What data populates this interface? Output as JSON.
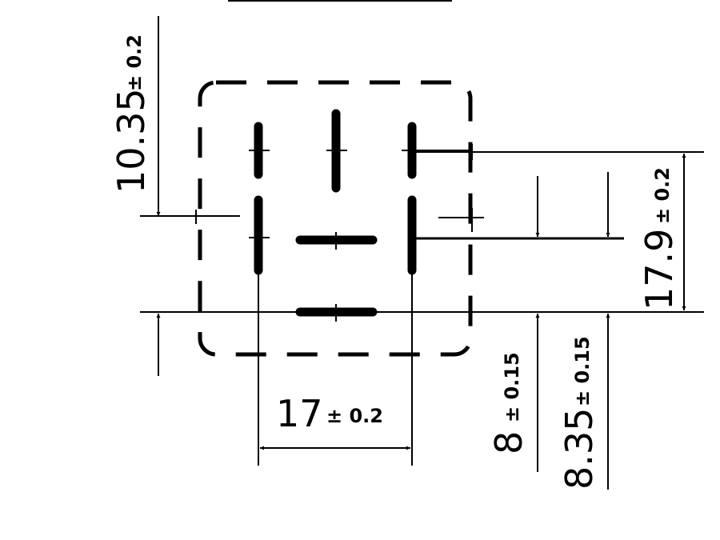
{
  "dimensions": {
    "pin_offset_vertical": {
      "value": "10.35",
      "tolerance": "± 0.2"
    },
    "height": {
      "value": "17.9",
      "tolerance": "± 0.2"
    },
    "width": {
      "value": "17",
      "tolerance": "± 0.2"
    },
    "offset_a": {
      "value": "8",
      "tolerance": "± 0.15"
    },
    "offset_b": {
      "value": "8.35",
      "tolerance": "± 0.15"
    }
  }
}
